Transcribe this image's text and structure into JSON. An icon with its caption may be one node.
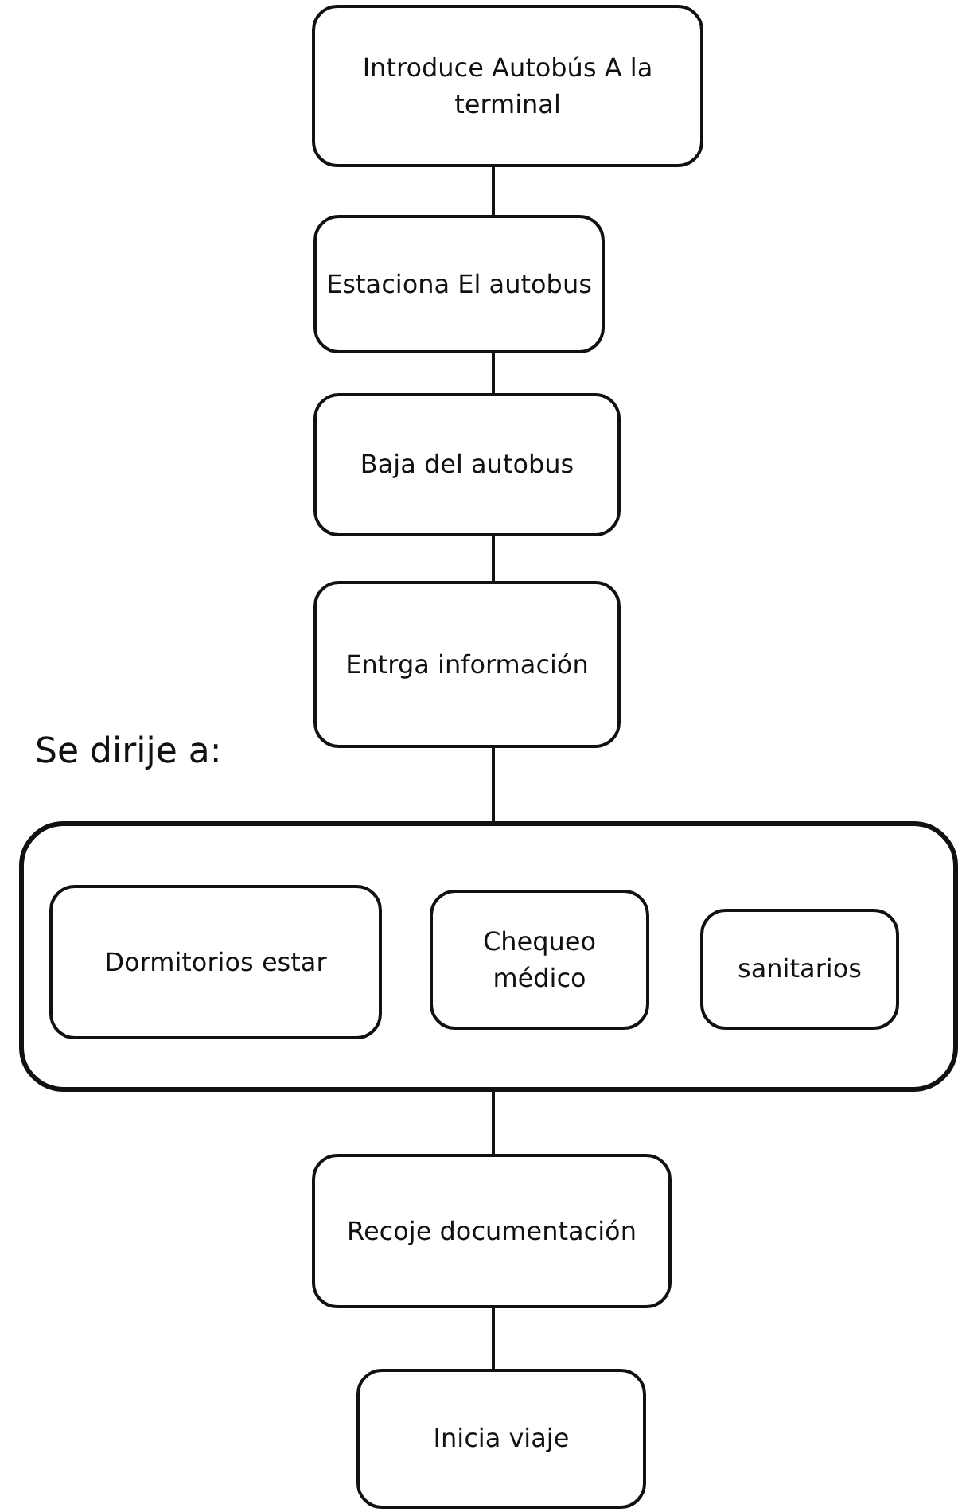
{
  "diagram": {
    "nodes": [
      {
        "text": [
          "Introduce Autobús A la terminal"
        ]
      },
      {
        "text": [
          "Estaciona El autobus"
        ]
      },
      {
        "text": [
          "Baja del autobus"
        ]
      },
      {
        "text": [
          "Entrga información"
        ]
      },
      {
        "text": [
          "Se dirije a:"
        ]
      },
      {
        "text": [
          "Dormitorios estar"
        ],
        "in": 4
      },
      {
        "text": [
          "Chequeo médico"
        ],
        "in": 4
      },
      {
        "text": [
          "sanitarios"
        ],
        "in": 4
      },
      {
        "text": [
          "Recoje documentación"
        ]
      },
      {
        "text": [
          "Inicia viaje"
        ]
      }
    ],
    "edges": [
      {
        "from": 0,
        "to": 1,
        "arrow": "none"
      },
      {
        "from": 1,
        "to": 2,
        "arrow": "none"
      },
      {
        "from": 2,
        "to": 3,
        "arrow": "none"
      },
      {
        "from": 3,
        "to": 4,
        "arrow": "none"
      },
      {
        "from": 4,
        "to": 8,
        "arrow": "none"
      },
      {
        "from": 8,
        "to": 9,
        "arrow": "none"
      }
    ]
  }
}
